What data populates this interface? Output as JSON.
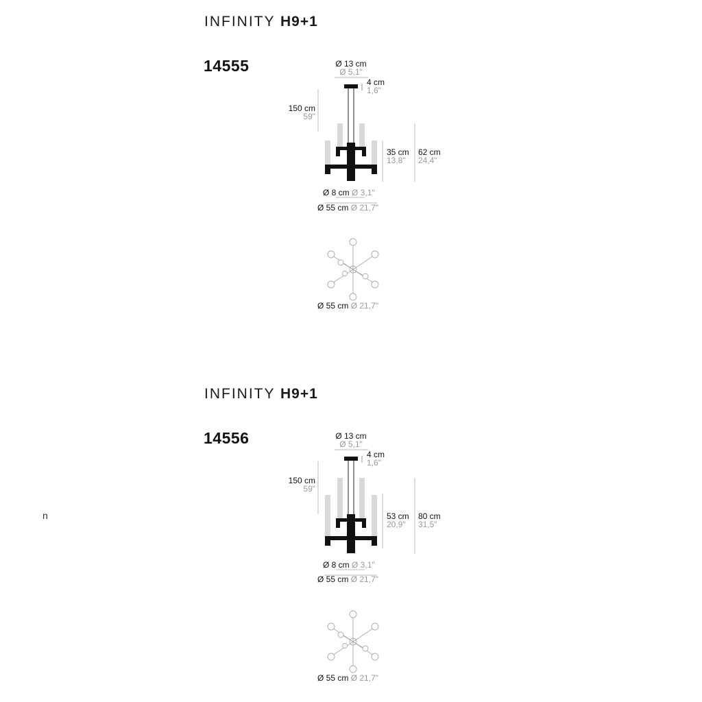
{
  "margin_char": "n",
  "products": [
    {
      "title_light": "INFINITY",
      "title_bold": "H9+1",
      "code": "14555",
      "canopy_diameter": {
        "cm": "Ø 13 cm",
        "inch": "Ø 5,1\""
      },
      "canopy_height": {
        "cm": "4 cm",
        "inch": "1,6\""
      },
      "cable_length": {
        "cm": "150 cm",
        "inch": "59\""
      },
      "tube_height": {
        "cm": "35 cm",
        "inch": "13,8\""
      },
      "body_height": {
        "cm": "62 cm",
        "inch": "24,4\""
      },
      "center_diameter": {
        "cm": "Ø 8 cm",
        "inch": "Ø 3,1\""
      },
      "total_diameter": {
        "cm": "Ø 55 cm",
        "inch": "Ø 21,7\""
      },
      "top_view_diameter": {
        "cm": "Ø 55 cm",
        "inch": "Ø 21,7\""
      }
    },
    {
      "title_light": "INFINITY",
      "title_bold": "H9+1",
      "code": "14556",
      "canopy_diameter": {
        "cm": "Ø 13 cm",
        "inch": "Ø 5,1\""
      },
      "canopy_height": {
        "cm": "4 cm",
        "inch": "1,6\""
      },
      "cable_length": {
        "cm": "150 cm",
        "inch": "59\""
      },
      "tube_height": {
        "cm": "53 cm",
        "inch": "20,9\""
      },
      "body_height": {
        "cm": "80 cm",
        "inch": "31,5\""
      },
      "center_diameter": {
        "cm": "Ø 8 cm",
        "inch": "Ø 3,1\""
      },
      "total_diameter": {
        "cm": "Ø 55 cm",
        "inch": "Ø 21,7\""
      },
      "top_view_diameter": {
        "cm": "Ø 55 cm",
        "inch": "Ø 21,7\""
      }
    }
  ]
}
